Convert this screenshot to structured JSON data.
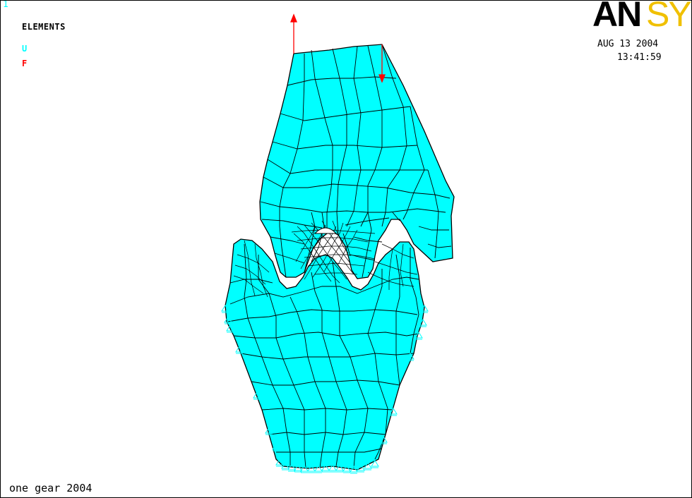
{
  "window_number": "1",
  "plot_title": "ELEMENTS",
  "legend": {
    "u_label": "U",
    "f_label": "F"
  },
  "timestamp": {
    "date": "AUG 13 2004",
    "time": "13:41:59"
  },
  "logo": {
    "part1": "AN",
    "part2": "SYS"
  },
  "subtitle": "one gear 2004",
  "colors": {
    "mesh_fill": "#00ffff",
    "mesh_lines": "#000000",
    "force_arrows": "#ff0000",
    "constraints": "#00ffff",
    "logo_accent": "#f0c000"
  }
}
